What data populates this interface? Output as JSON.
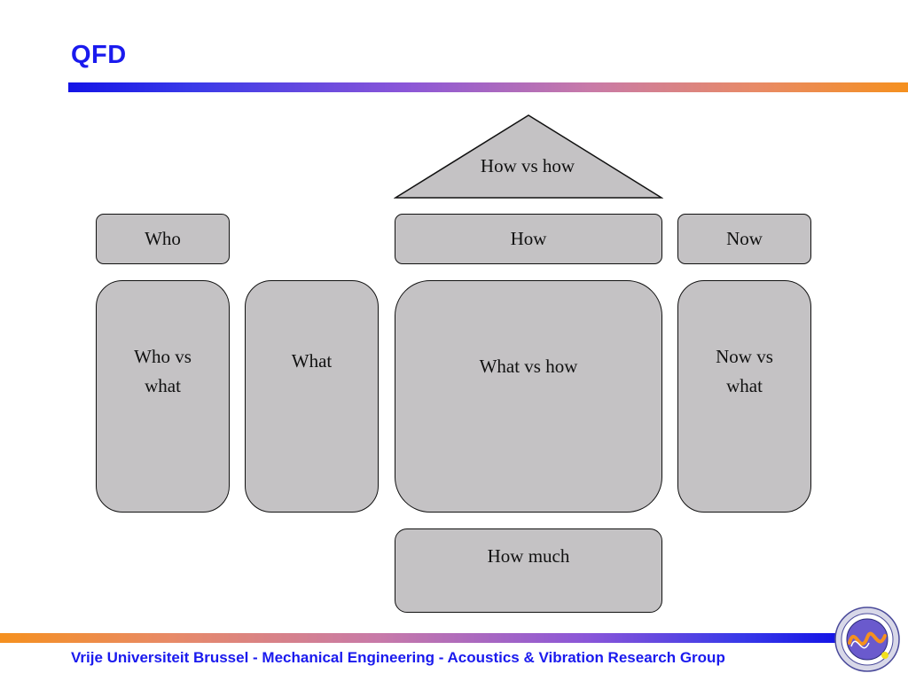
{
  "slide": {
    "title": "QFD",
    "footer": "Vrije Universiteit Brussel - Mechanical Engineering - Acoustics & Vibration Research Group"
  },
  "diagram": {
    "roof": "How vs how",
    "who": "Who",
    "how": "How",
    "now": "Now",
    "who_vs_what": [
      "Who vs",
      "what"
    ],
    "what": "What",
    "what_vs_how": "What vs how",
    "now_vs_what": [
      "Now vs",
      "what"
    ],
    "how_much": "How much"
  },
  "colors": {
    "title": "#1a1aee",
    "box_fill": "#c4c2c4",
    "box_stroke": "#111111",
    "bar_start": "#1414e6",
    "bar_end": "#f5901f"
  },
  "logo": {
    "icon": "acoustics-vibration-research-group-seal"
  }
}
